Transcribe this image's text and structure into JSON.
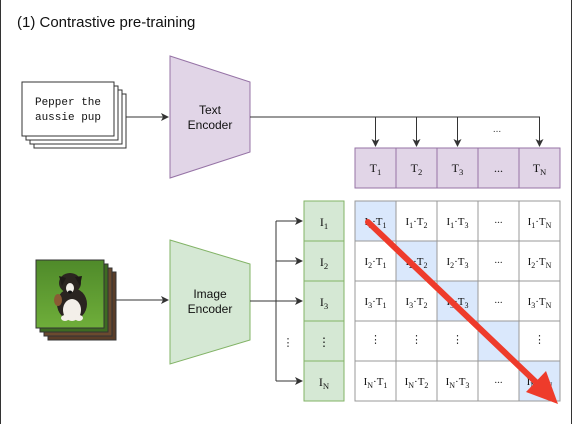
{
  "title": "(1) Contrastive pre-training",
  "text_input": {
    "line1": "Pepper the",
    "line2": "aussie pup"
  },
  "text_encoder": {
    "line1": "Text",
    "line2": "Encoder"
  },
  "image_encoder": {
    "line1": "Image",
    "line2": "Encoder"
  },
  "text_embeddings": [
    {
      "base": "T",
      "sub": "1"
    },
    {
      "base": "T",
      "sub": "2"
    },
    {
      "base": "T",
      "sub": "3"
    },
    {
      "base": "...",
      "sub": ""
    },
    {
      "base": "T",
      "sub": "N"
    }
  ],
  "image_embeddings": [
    {
      "base": "I",
      "sub": "1"
    },
    {
      "base": "I",
      "sub": "2"
    },
    {
      "base": "I",
      "sub": "3"
    },
    {
      "base": "⋮",
      "sub": ""
    },
    {
      "base": "I",
      "sub": "N"
    }
  ],
  "ellipsis_top": "...",
  "ellipsis_left": "⋮",
  "colors": {
    "encoder_text": "#e1d5e7",
    "encoder_text_stroke": "#9673a6",
    "encoder_image": "#d5e8d4",
    "encoder_image_stroke": "#82b366",
    "diagonal_cell": "#dae8fc",
    "arrow_red": "#ee3b2b",
    "line": "#333333"
  }
}
